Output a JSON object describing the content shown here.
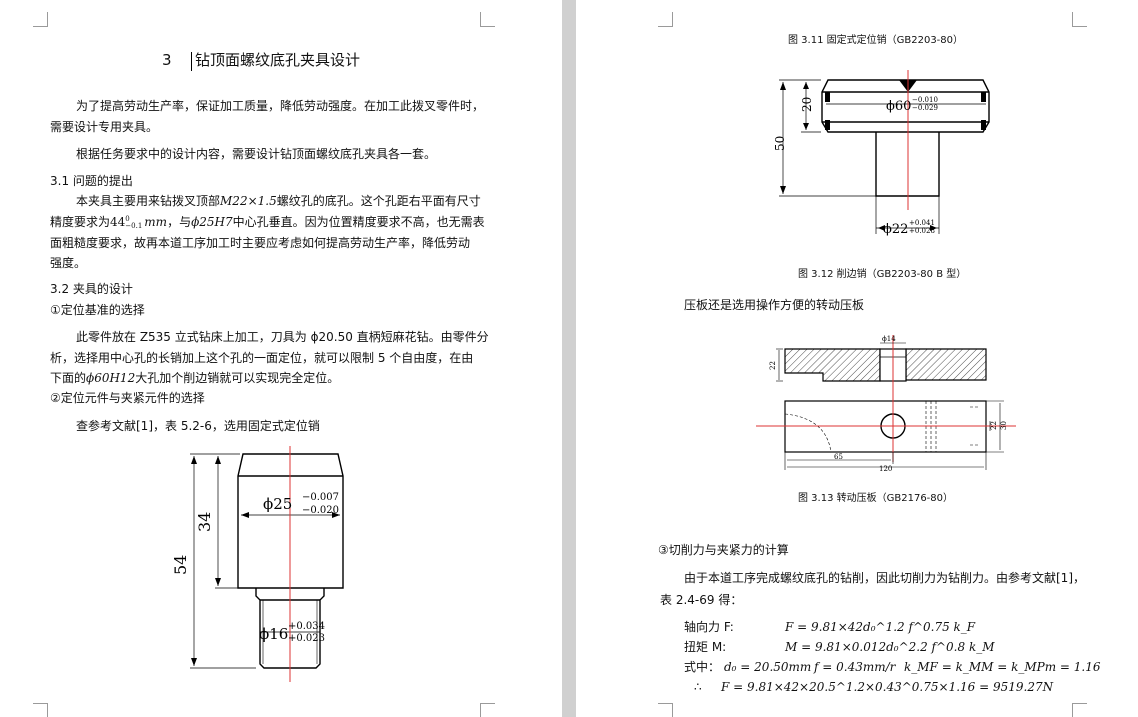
{
  "left": {
    "title_num": "3",
    "title": "钻顶面螺纹底孔夹具设计",
    "p1a": "为了提高劳动生产率，保证加工质量，降低劳动强度。在加工此拨叉零件时，",
    "p1b": "需要设计专用夹具。",
    "p2": "根据任务要求中的设计内容，需要设计钻顶面螺纹底孔夹具各一套。",
    "h31": "3.1 问题的提出",
    "p3a_pre": "本夹具主要用来钻拨叉顶部",
    "p3a_math": "M22×1.5",
    "p3a_post": "螺纹孔的底孔。这个孔距右平面有尺寸",
    "p3b_pre": "精度要求为",
    "p3b_tol": "44",
    "p3b_tol_up": "0",
    "p3b_tol_dn": "−0.1",
    "p3b_mm": "mm",
    "p3b_mid": "，与",
    "p3b_hole": "ϕ25H7",
    "p3b_post": "中心孔垂直。因为位置精度要求不高，也无需表",
    "p3c": "面粗糙度要求，故再本道工序加工时主要应考虑如何提高劳动生产率，降低劳动",
    "p3d": "强度。",
    "h32": "3.2 夹具的设计",
    "s1": "①定位基准的选择",
    "p4a": "此零件放在 Z535 立式钻床上加工，刀具为 ϕ20.50 直柄短麻花钻。由零件分",
    "p4b": "析，选择用中心孔的长销加上这个孔的一面定位，就可以限制 5 个自由度，在由",
    "p4c_pre": "下面的",
    "p4c_math": "ϕ60H12",
    "p4c_post": "大孔加个削边销就可以实现完全定位。",
    "s2": "②定位元件与夹紧元件的选择",
    "p5": "查参考文献[1]，表 5.2-6，选用固定式定位销",
    "fig_dims": {
      "d25": "ϕ25",
      "d25_up": "−0.007",
      "d25_dn": "−0.020",
      "h34": "34",
      "h54": "54",
      "d16": "ϕ16",
      "d16_up": "+0.034",
      "d16_dn": "+0.023"
    }
  },
  "right": {
    "cap311": "图 3.11   固定式定位销（GB2203-80）",
    "fig312_dims": {
      "d60": "ϕ60",
      "d60_up": "−0.010",
      "d60_dn": "−0.029",
      "h20": "20",
      "h50": "50",
      "d22": "ϕ22",
      "d22_up": "+0.041",
      "d22_dn": "+0.028"
    },
    "cap312": "图 3.12   削边销（GB2203-80   B 型）",
    "p6": "压板还是选用操作方便的转动压板",
    "fig313_dims": {
      "top_w": "ϕ14",
      "left_h": "22",
      "bottom_65": "65",
      "bottom_120": "120",
      "right_h": "30",
      "right_h2": "22"
    },
    "cap313": "图 3.13   转动压板（GB2176-80）",
    "s3": "③切削力与夹紧力的计算",
    "p7a": "由于本道工序完成螺纹底孔的钻削，因此切削力为钻削力。由参考文献[1]，",
    "p7b": "表 2.4-69 得：",
    "f1_label": "轴向力 F:",
    "f1": "F = 9.81×42d₀^1.2 f^0.75 k_F",
    "f2_label": "扭矩 M:",
    "f2": "M = 9.81×0.012d₀^2.2 f^0.8 k_M",
    "f3_label": "式中：",
    "f3a": "d₀ = 20.50mm",
    "f3b": "f = 0.43mm/r",
    "f3c": "k_MF = k_MM = k_MPm = 1.16",
    "f4_sym": "∴",
    "f4": "F = 9.81×42×20.5^1.2×0.43^0.75×1.16 = 9519.27N"
  }
}
